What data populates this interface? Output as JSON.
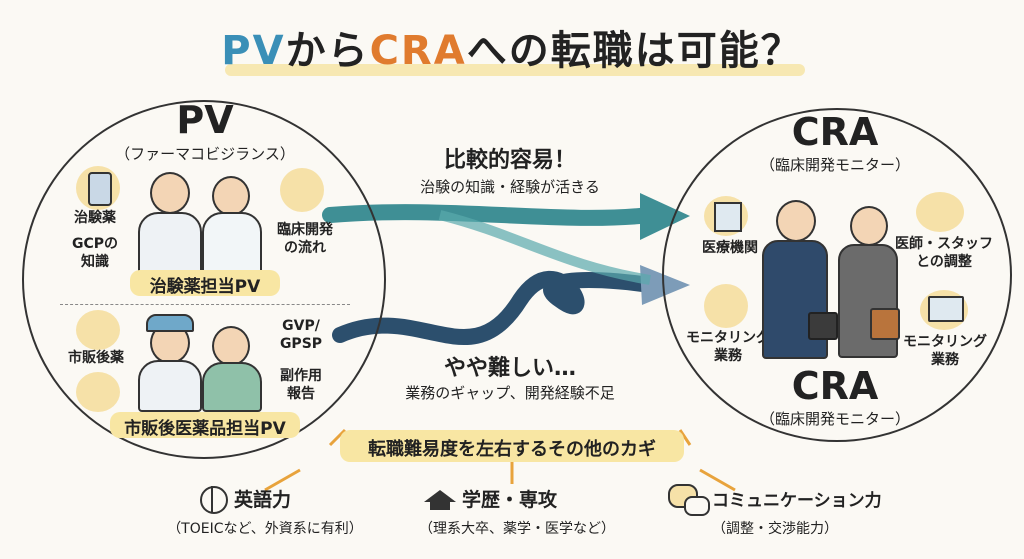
{
  "title": {
    "pv": "PV",
    "mid1": "から",
    "cra": "CRA",
    "mid2": "への転職は可能？"
  },
  "pv": {
    "name": "PV",
    "sub": "（ファーマコビジランス）",
    "top": {
      "left_labels": [
        "治験薬",
        "GCPの\n知識"
      ],
      "right_label": "臨床開発\nの流れ",
      "group": "治験薬担当PV"
    },
    "bottom": {
      "left_label": "市販後薬",
      "right_labels": [
        "GVP/\nGPSP",
        "副作用\n報告"
      ],
      "group": "市販後医薬品担当PV"
    }
  },
  "cra": {
    "name_top": "CRA",
    "sub_top": "（臨床開発モニター）",
    "name_bottom": "CRA",
    "sub_bottom": "（臨床開発モニター）",
    "labels": {
      "hospital": "医療機関",
      "staff": "医師・スタッフ\nとの調整",
      "monitoring_left": "モニタリング\n業務",
      "monitoring_right": "モニタリング\n業務"
    }
  },
  "arrows": {
    "easy_title": "比較的容易！",
    "easy_sub": "治験の知識・経験が活きる",
    "hard_title": "やや難しい…",
    "hard_sub": "業務のギャップ、開発経験不足"
  },
  "keys": {
    "title": "転職難易度を左右するその他のカギ",
    "items": [
      {
        "icon": "globe-icon",
        "name": "英語力",
        "sub": "（TOEICなど、外資系に有利）"
      },
      {
        "icon": "graduation-cap-icon",
        "name": "学歴・専攻",
        "sub": "（理系大卒、薬学・医学など）"
      },
      {
        "icon": "speech-bubbles-icon",
        "name": "コミュニケーション力",
        "sub": "（調整・交渉能力）"
      }
    ]
  },
  "colors": {
    "pv_blue": "#3a8fb7",
    "cra_orange": "#e07b2e",
    "arrow_teal": "#3f8f95",
    "arrow_navy": "#2c4f6d",
    "highlight": "#f8e6a3"
  }
}
